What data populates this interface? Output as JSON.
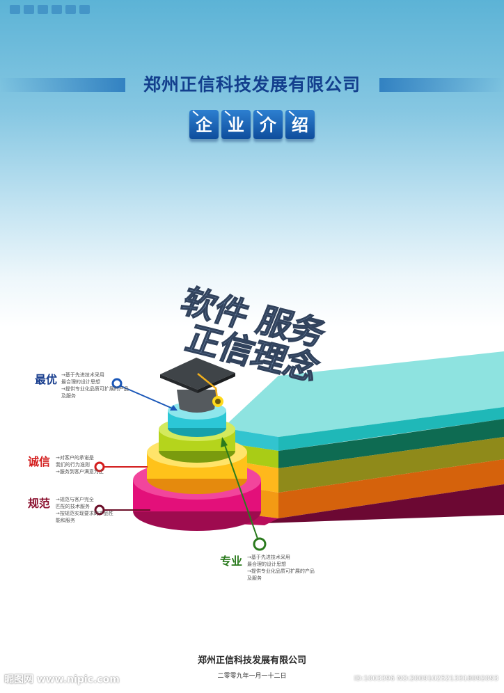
{
  "header": {
    "company_title": "郑州正信科技发展有限公司",
    "intro_chars": [
      "企",
      "业",
      "介",
      "绍"
    ]
  },
  "graphic": {
    "slogan_line1": "软件 服务",
    "slogan_line2": "正信理念",
    "layer_colors": [
      "#e3107a",
      "#f5941c",
      "#ffd91a",
      "#b7d51c",
      "#2cc7d6"
    ]
  },
  "values": {
    "zuiyou": {
      "title": "最优",
      "lines": [
        "→基于先进技术采用",
        "最合理的设计思想",
        "→提供专业化品质可扩展的产品",
        "及服务"
      ],
      "color": "#1a3f8f"
    },
    "chengxin": {
      "title": "诚信",
      "lines": [
        "→对客户的承诺是",
        "我们的行为准则",
        "→服务到客户满意为止"
      ],
      "color": "#d31d1d"
    },
    "guifan": {
      "title": "规范",
      "lines": [
        "→规范与客户完全",
        "匹配的技术服务",
        "→按规范实现要求的产品性",
        "能和服务"
      ],
      "color": "#8b1230"
    },
    "zhuanye": {
      "title": "专业",
      "lines": [
        "→基于先进技术采用",
        "最合理的设计思想",
        "→提供专业化品质可扩展的产品",
        "及服务"
      ],
      "color": "#2a7a1d"
    }
  },
  "footer": {
    "company": "郑州正信科技发展有限公司",
    "date": "二零零九年一月一十二日"
  },
  "watermark": {
    "site": "昵图网 www.nipic.com",
    "id": "ID:1003396 NO:20091025213318092093"
  }
}
